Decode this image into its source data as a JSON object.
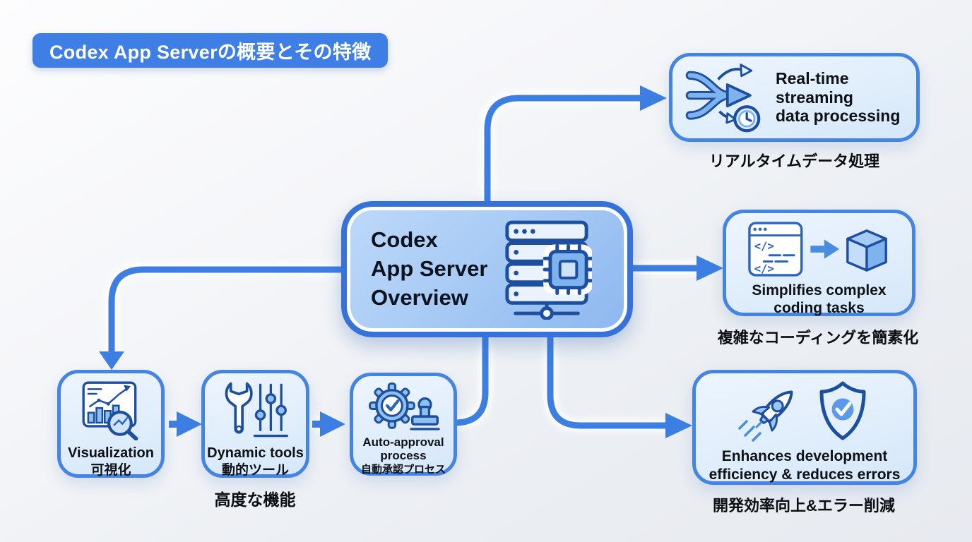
{
  "title_badge": {
    "label": "Codex App Serverの概要とその特徴"
  },
  "center": {
    "lines": [
      "Codex",
      "App Server",
      "Overview"
    ],
    "icon": "server-chip-icon"
  },
  "features": {
    "realtime": {
      "lines": [
        "Real-time",
        "streaming",
        "data processing"
      ],
      "caption": "リアルタイムデータ処理",
      "icon": "stream-merge-clock-icon"
    },
    "simplify": {
      "lines": [
        "Simplifies complex",
        "coding tasks"
      ],
      "caption": "複雑なコーディングを簡素化",
      "icon": "code-to-package-icon"
    },
    "enhance": {
      "lines": [
        "Enhances development",
        "efficiency & reduces errors"
      ],
      "caption": "開発効率向上&エラー削減",
      "icon": "rocket-shield-icon"
    }
  },
  "pipeline": {
    "visualization": {
      "lines": [
        "Visualization",
        "可視化"
      ],
      "icon": "chart-magnifier-icon"
    },
    "dynamic_tools": {
      "lines": [
        "Dynamic tools",
        "動的ツール"
      ],
      "caption": "高度な機能",
      "icon": "wrench-sliders-icon"
    },
    "auto_approval": {
      "lines": [
        "Auto-approval",
        "process",
        "自動承認プロセス"
      ],
      "icon": "gear-stamp-icon"
    }
  },
  "colors": {
    "accent": "#3d7ee3",
    "box_border": "#4485e4",
    "icon_stroke": "#1d4f9e",
    "badge_bg": "#3f7ee5",
    "text": "#0e1116"
  }
}
